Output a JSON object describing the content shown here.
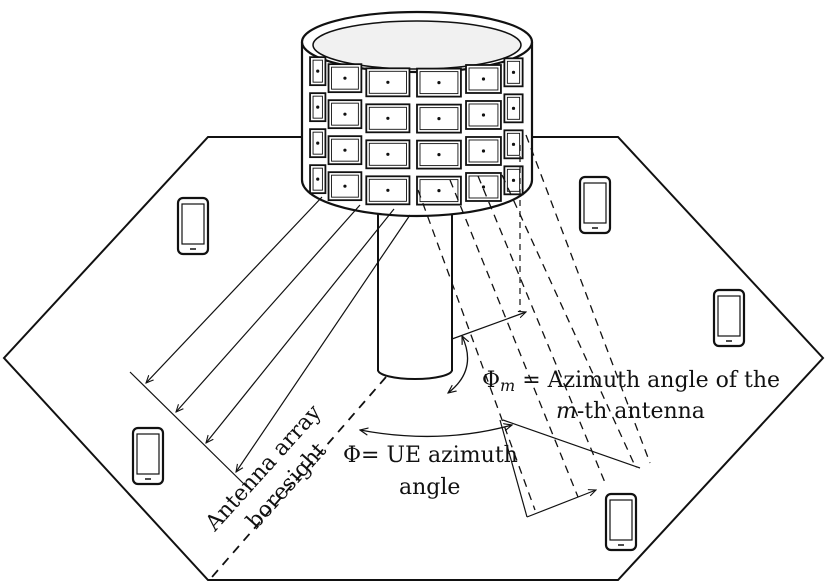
{
  "labels": {
    "phi_m_symbol": "Φ",
    "phi_m_subscript": "m",
    "phi_m_line1_rest": " = Azimuth angle of the",
    "phi_m_line2_italic": "m",
    "phi_m_line2_rest": "-th antenna",
    "phi_line1": "Φ= UE azimuth",
    "phi_line2": "angle",
    "boresight_line1": "Antenna array",
    "boresight_line2": "boresight"
  },
  "icons": [
    "phone-icon",
    "phone-icon",
    "phone-icon",
    "phone-icon",
    "phone-icon"
  ]
}
